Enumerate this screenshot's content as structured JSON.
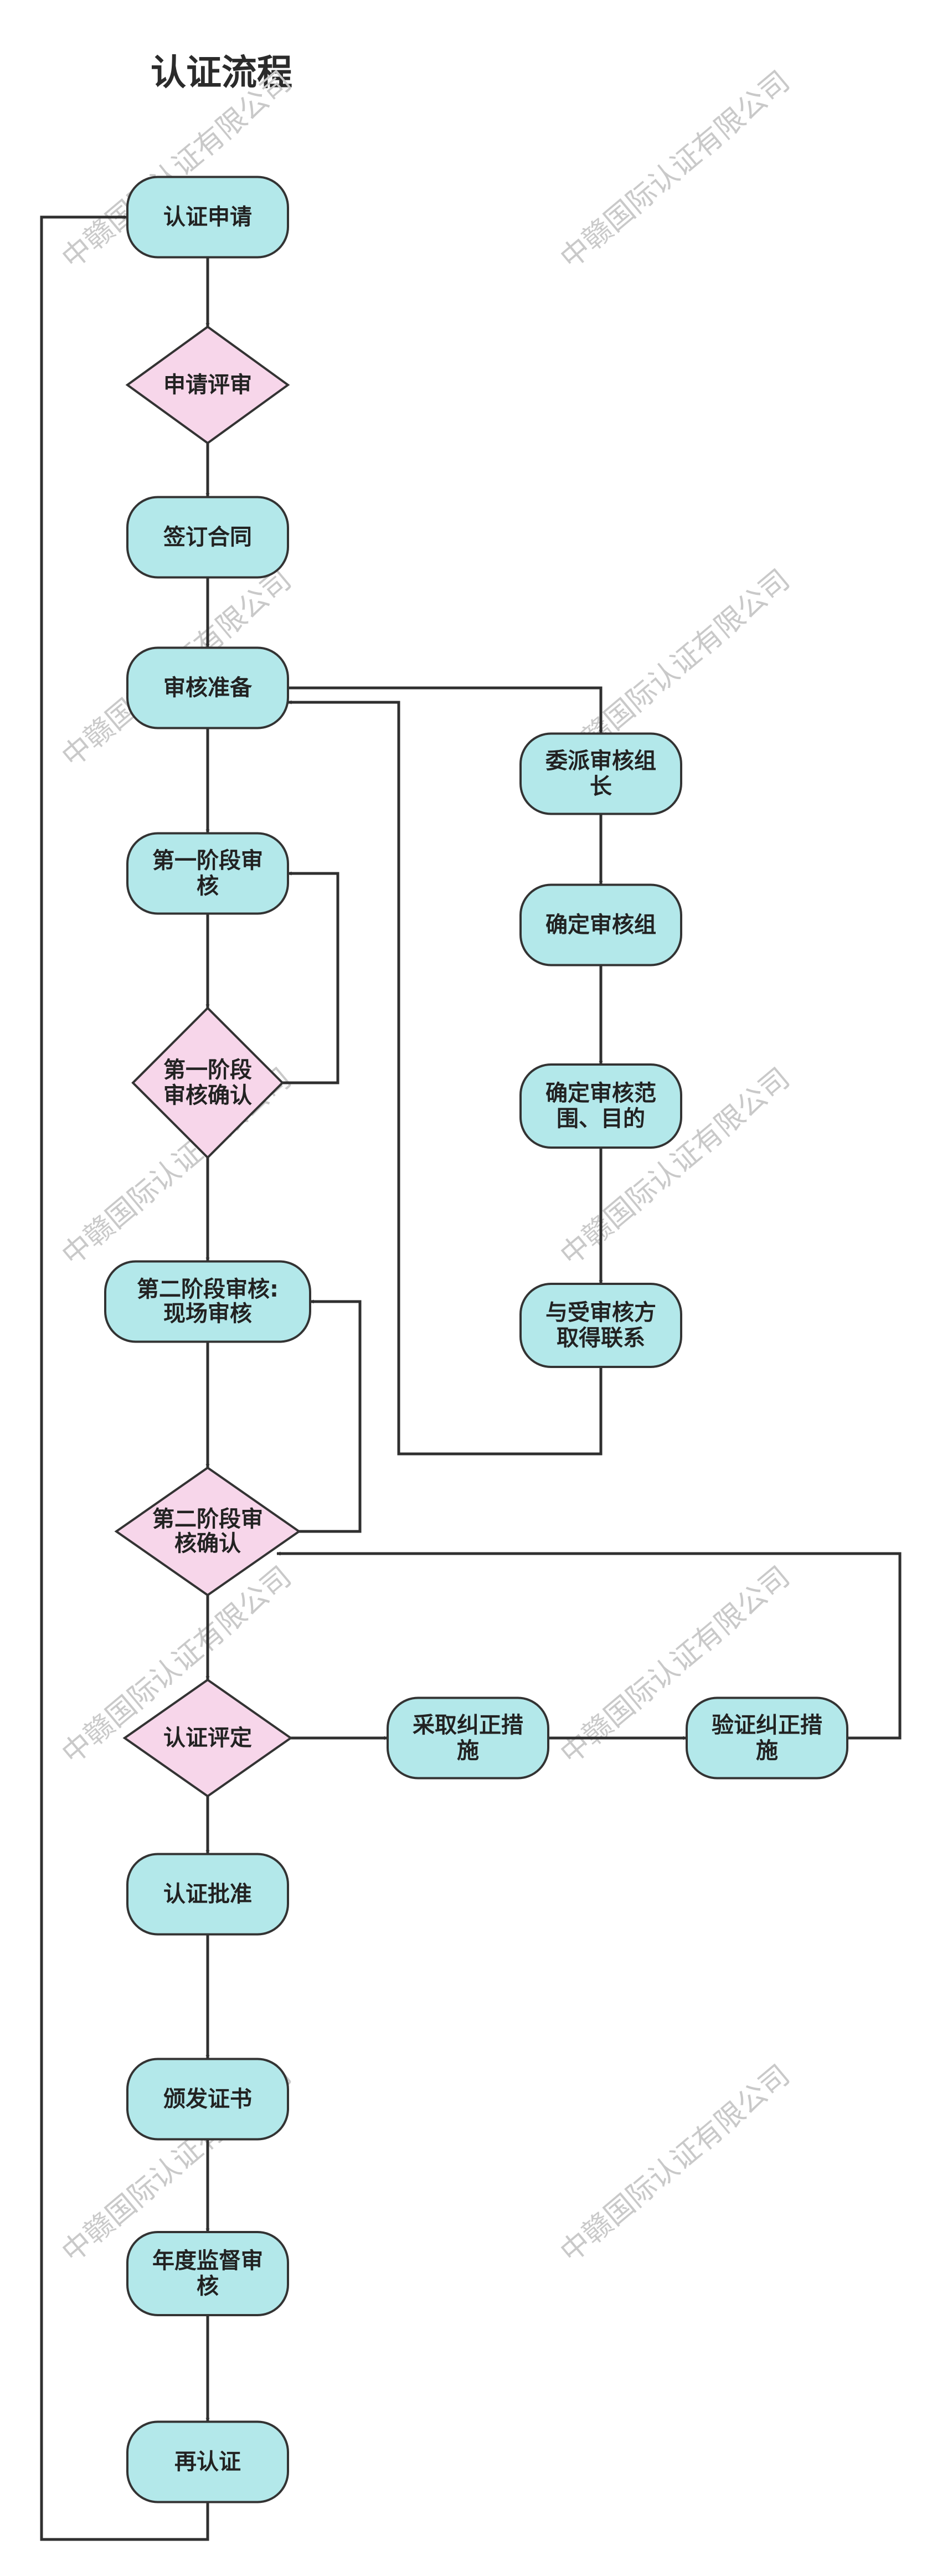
{
  "title": "认证流程",
  "watermark": "中赣国际认证有限公司",
  "colors": {
    "process_fill": "#b3e8ea",
    "decision_fill": "#f7d6ea",
    "stroke": "#333333",
    "text": "#222222"
  },
  "nodes": {
    "apply": [
      "认证申请"
    ],
    "review_app": [
      "申请评审"
    ],
    "contract": [
      "签订合同"
    ],
    "audit_prep": [
      "审核准备"
    ],
    "assign_leader": [
      "委派审核组",
      "长"
    ],
    "confirm_team": [
      "确定审核组"
    ],
    "confirm_scope": [
      "确定审核范",
      "围、目的"
    ],
    "contact_client": [
      "与受审核方",
      "取得联系"
    ],
    "stage1_audit": [
      "第一阶段审",
      "核"
    ],
    "stage1_confirm": [
      "第一阶段",
      "审核确认"
    ],
    "stage2_audit": [
      "第二阶段审核:",
      "现场审核"
    ],
    "stage2_confirm": [
      "第二阶段审",
      "核确认"
    ],
    "cert_eval": [
      "认证评定"
    ],
    "corrective": [
      "采取纠正措",
      "施"
    ],
    "verify_corrective": [
      "验证纠正措",
      "施"
    ],
    "cert_approve": [
      "认证批准"
    ],
    "issue_cert": [
      "颁发证书"
    ],
    "annual_surveil": [
      "年度监督审",
      "核"
    ],
    "recert": [
      "再认证"
    ]
  }
}
